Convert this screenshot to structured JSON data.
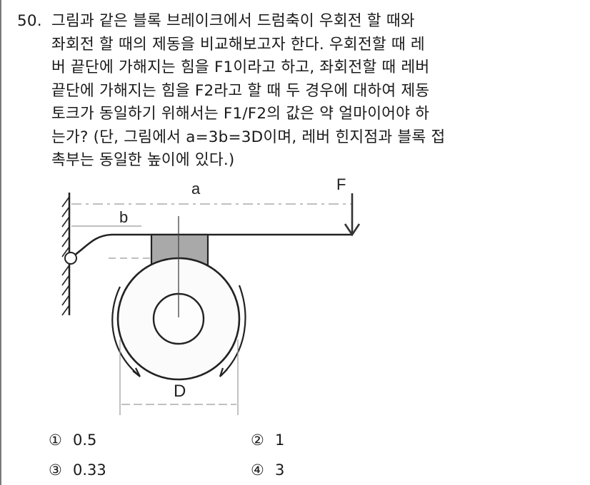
{
  "question": {
    "number": "50.",
    "lines": [
      "그림과 같은 블록 브레이크에서 드럼축이 우회전 할 때와",
      "좌회전 할 때의 제동을 비교해보고자 한다. 우회전할 때 레",
      "버 끝단에 가해지는 힘을 F1이라고 하고, 좌회전할 때 레버",
      "끝단에 가해지는 힘을 F2라고 할 때 두 경우에 대하여 제동",
      "토크가 동일하기 위해서는 F1/F2의 값은 약 얼마이어야 하",
      "는가? (단, 그림에서 a=3b=3D이며, 레버 힌지점과 블록 접",
      "촉부는 동일한 높이에 있다.)"
    ]
  },
  "figure": {
    "labels": {
      "a": "a",
      "b": "b",
      "F": "F",
      "D": "D"
    },
    "colors": {
      "line": "#222222",
      "block_fill": "#a9a9a9",
      "dim_line": "#9a9a9a"
    }
  },
  "choices": [
    {
      "mark": "①",
      "value": "0.5"
    },
    {
      "mark": "②",
      "value": "1"
    },
    {
      "mark": "③",
      "value": "0.33"
    },
    {
      "mark": "④",
      "value": "3"
    }
  ]
}
